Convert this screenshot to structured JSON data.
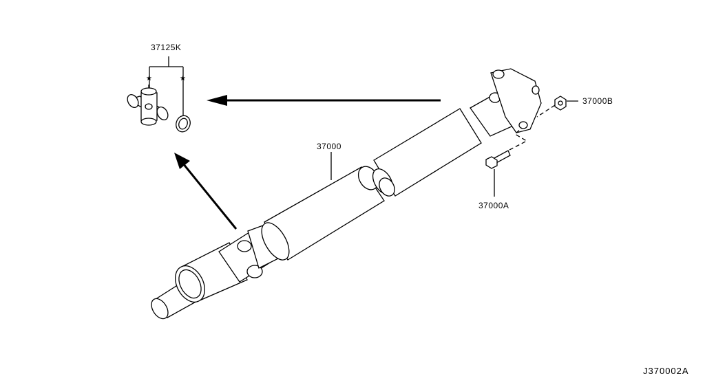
{
  "callouts": {
    "universal_joint_kit": "37125K",
    "propeller_shaft": "37000",
    "flange_nut": "37000B",
    "flange_bolt": "37000A"
  },
  "reference_code": "J370002A",
  "marker_symbol": "★"
}
